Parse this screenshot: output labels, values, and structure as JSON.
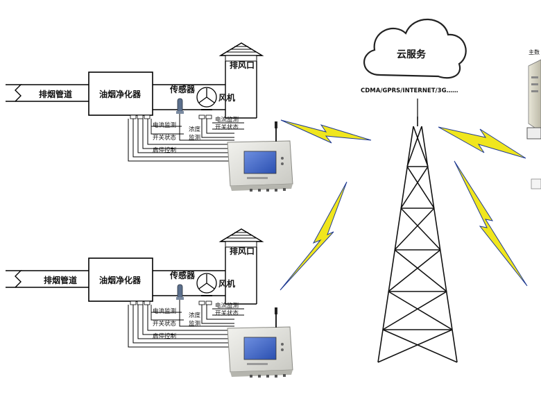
{
  "cloud": {
    "label": "云服务",
    "network": "CDMA/GPRS/INTERNET/3G……"
  },
  "server": {
    "label_partial": "主数"
  },
  "units": [
    {
      "duct": "排烟管道",
      "purifier": "油烟净化器",
      "sensor": "传感器",
      "fan": "风机",
      "exhaust": "排风口",
      "current_monitor": "电流监测",
      "switch_state": "开关状态",
      "start_stop": "启停控制",
      "concentration_1": "浓度",
      "concentration_2": "监测",
      "fan_current": "电流监测",
      "fan_switch": "开关状态"
    },
    {
      "duct": "排烟管道",
      "purifier": "油烟净化器",
      "sensor": "传感器",
      "fan": "风机",
      "exhaust": "排风口",
      "current_monitor": "电流监测",
      "switch_state": "开关状态",
      "start_stop": "启停控制",
      "concentration_1": "浓度",
      "concentration_2": "监测",
      "fan_current": "电流监测",
      "fan_switch": "开关状态"
    }
  ],
  "colors": {
    "bolt": "#f0e61e",
    "bolt_edge": "#1f3a93",
    "device": "#e2e2de",
    "screen": "#3b63c8"
  }
}
